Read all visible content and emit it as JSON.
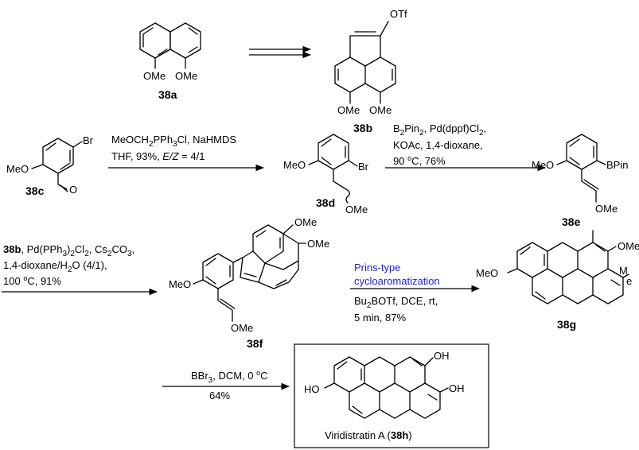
{
  "compounds": {
    "c38a": {
      "label": "38a",
      "groups": [
        "OMe",
        "OMe"
      ]
    },
    "c38b": {
      "label": "38b",
      "groups": [
        "OTf",
        "OMe",
        "OMe"
      ]
    },
    "c38c": {
      "label": "38c",
      "groups": [
        "MeO",
        "Br",
        "O"
      ]
    },
    "c38d": {
      "label": "38d",
      "groups": [
        "MeO",
        "Br",
        "OMe"
      ]
    },
    "c38e": {
      "label": "38e",
      "groups": [
        "MeO",
        "BPin",
        "OMe"
      ]
    },
    "c38f": {
      "label": "38f",
      "groups": [
        "MeO",
        "OMe",
        "OMe",
        "OMe"
      ]
    },
    "c38g": {
      "label": "38g",
      "groups": [
        "MeO",
        "OMe",
        "M",
        "e"
      ]
    },
    "c38h": {
      "groups": [
        "HO",
        "OH",
        "OH"
      ],
      "caption": "Viridistratin A (",
      "caption_bold": "38h",
      "caption_end": ")"
    }
  },
  "conditions": {
    "step2": {
      "line1_a": "MeOCH",
      "line1_sub": "2",
      "line1_b": "PPh",
      "line1_sub2": "3",
      "line1_c": "Cl, NaHMDS",
      "line2_a": "THF, 93%, ",
      "line2_italic": "E/Z",
      "line2_b": " = 4/1"
    },
    "step3": {
      "l1_a": "B",
      "l1_s1": "2",
      "l1_b": "Pin",
      "l1_s2": "2",
      "l1_c": ", Pd(dppf)Cl",
      "l1_s3": "2",
      "l1_d": ",",
      "l2": "KOAc, 1,4-dioxane,",
      "l3_a": "90 ",
      "l3_sup": "o",
      "l3_b": "C, 76%"
    },
    "step4": {
      "l1_bold": "38b",
      "l1_a": ", Pd(PPh",
      "l1_s1": "3",
      "l1_b": ")",
      "l1_s2": "2",
      "l1_c": "Cl",
      "l1_s3": "2",
      "l1_d": ", Cs",
      "l1_s4": "2",
      "l1_e": "CO",
      "l1_s5": "3",
      "l1_f": ",",
      "l2_a": "1,4-dioxane/H",
      "l2_s": "2",
      "l2_b": "O (4/1),",
      "l3_a": "100 ",
      "l3_sup": "o",
      "l3_b": "C, 91%"
    },
    "step5": {
      "blue1": "Prins-type",
      "blue2": "cycloaromatization",
      "l3_a": "Bu",
      "l3_s": "2",
      "l3_b": "BOTf, DCE, rt,",
      "l4": "5 min, 87%"
    },
    "step6": {
      "l1_a": "BBr",
      "l1_s": "3",
      "l1_b": ", DCM, 0 ",
      "l1_sup": "o",
      "l1_c": "C",
      "l2": "64%"
    }
  }
}
